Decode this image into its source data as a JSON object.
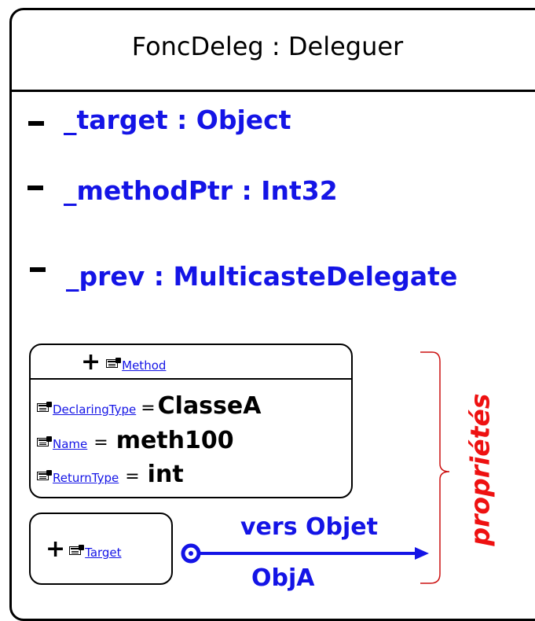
{
  "class": {
    "title": "FoncDeleg : Deleguer",
    "fields": [
      {
        "marker": "-",
        "text": "_target : Object"
      },
      {
        "marker": "-",
        "text": "_methodPtr : Int32"
      },
      {
        "marker": "-",
        "text": "_prev : MulticasteDelegate"
      }
    ]
  },
  "method_box": {
    "header_link": "Method",
    "properties": [
      {
        "name": "DeclaringType",
        "equals": "=",
        "value": "ClasseA"
      },
      {
        "name": "Name",
        "equals": "=",
        "value": "meth100"
      },
      {
        "name": "ReturnType",
        "equals": "=",
        "value": "int"
      }
    ]
  },
  "target_box": {
    "link": "Target"
  },
  "arrow": {
    "label_top": "vers Objet",
    "label_bottom": "ObjA"
  },
  "brace_label": "propriétés",
  "icons": {
    "expand": "plus-icon",
    "property": "property-icon",
    "connector": "circle-connector-icon"
  },
  "colors": {
    "link_blue": "#1414e6",
    "label_red": "#ee1111",
    "brace_red": "#cc1111",
    "border": "#000000"
  }
}
